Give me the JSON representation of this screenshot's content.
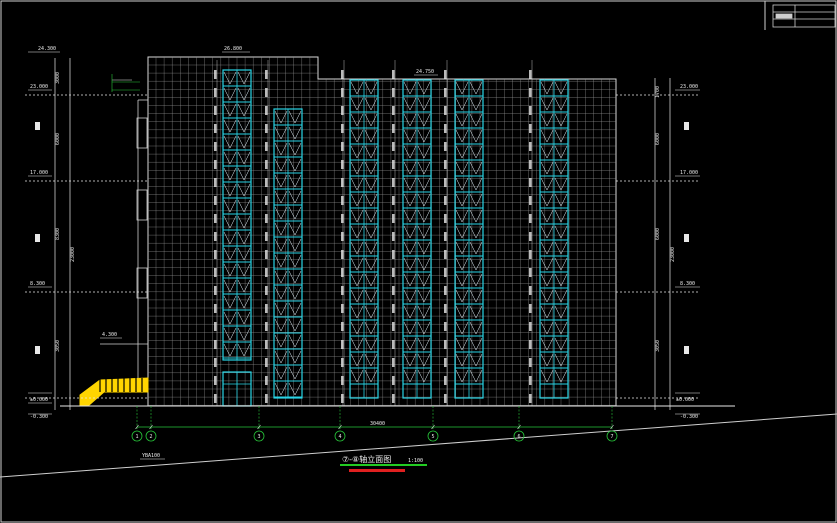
{
  "drawing": {
    "title": "⑦-⑧轴立面图",
    "scale": "1:100",
    "subtitle": "",
    "ground_label": "YBA100"
  },
  "levels_left": [
    {
      "value": "24.300"
    },
    {
      "value": "23.000"
    },
    {
      "value": "17.000"
    },
    {
      "value": "8.300"
    },
    {
      "value": "4.300"
    },
    {
      "value": "±0.000"
    },
    {
      "value": "-0.300"
    }
  ],
  "levels_right": [
    {
      "value": "23.000"
    },
    {
      "value": "17.000"
    },
    {
      "value": "8.300"
    },
    {
      "value": "±0.000"
    },
    {
      "value": "-0.300"
    }
  ],
  "top_labels": {
    "roof_left": "26.800",
    "roof_right": "24.750"
  },
  "dims_left": [
    "3000",
    "6000",
    "23000",
    "8300",
    "3050"
  ],
  "dims_right": [
    "1700",
    "6000",
    "23000",
    "6000",
    "3050"
  ],
  "axis_dim": "30400",
  "axes": [
    {
      "label": "1"
    },
    {
      "label": "2"
    },
    {
      "label": "3"
    },
    {
      "label": "4"
    },
    {
      "label": "5"
    },
    {
      "label": "6"
    },
    {
      "label": "7"
    }
  ],
  "colors": {
    "background": "#000000",
    "grid": "#9a9a9a",
    "window": "#29d5e6",
    "dimension": "#e8e8e8",
    "axis": "#27c63a",
    "stair": "#ffd500",
    "title_bar": "#22cc22",
    "note": "#e02020"
  }
}
